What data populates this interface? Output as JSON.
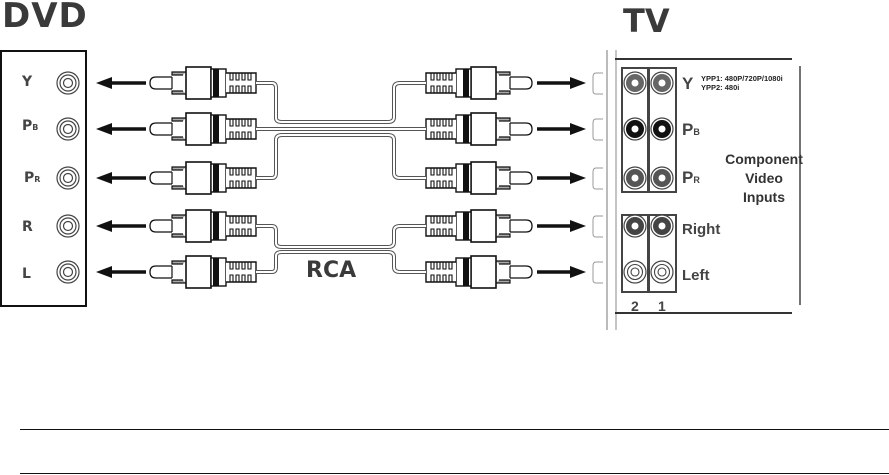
{
  "titles": {
    "dvd": "DVD",
    "tv": "TV",
    "cable": "RCA"
  },
  "dvd_panel": {
    "jacks": [
      {
        "label": "Y",
        "sub": ""
      },
      {
        "label": "P",
        "sub": "B"
      },
      {
        "label": "P",
        "sub": "R"
      },
      {
        "label": "R",
        "sub": ""
      },
      {
        "label": "L",
        "sub": ""
      }
    ]
  },
  "tv_panel": {
    "jacks": [
      {
        "label": "Y",
        "sub": ""
      },
      {
        "label": "P",
        "sub": "B"
      },
      {
        "label": "P",
        "sub": "R"
      },
      {
        "label": "Right",
        "sub": ""
      },
      {
        "label": "Left",
        "sub": ""
      }
    ],
    "notes": [
      "YPP1: 480P/720P/1080i",
      "YPP2: 480i"
    ],
    "component_label": [
      "Component",
      "Video",
      "Inputs"
    ],
    "column_numbers": [
      "2",
      "1"
    ]
  },
  "colors": {
    "ink": "#111111",
    "label_gray": "#444444",
    "jack_dark": "#555555",
    "jack_black": "#111111"
  }
}
